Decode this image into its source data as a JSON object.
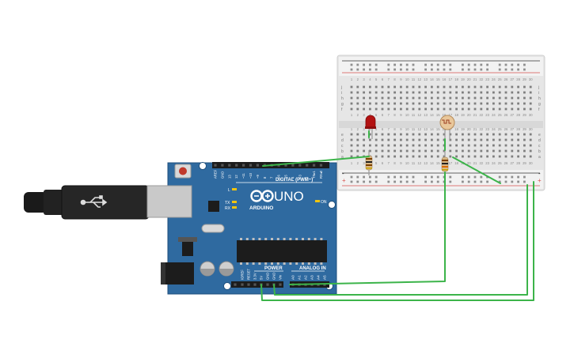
{
  "board": {
    "name": "UNO",
    "brand": "ARDUINO",
    "digital_label": "DIGITAL (PWM~)",
    "power_label": "POWER",
    "analog_label": "ANALOG IN",
    "led_l": "L",
    "led_tx": "TX",
    "led_rx": "RX",
    "led_on": "ON",
    "digital_pins": [
      "AREF",
      "GND",
      "13",
      "12",
      "~11",
      "~10",
      "~9",
      "8",
      "7",
      "~6",
      "~5",
      "4",
      "~3",
      "2",
      "TX▸1",
      "RX◂0"
    ],
    "power_pins": [
      "IOREF",
      "RESET",
      "3.3V",
      "5V",
      "GND",
      "GND",
      "Vin"
    ],
    "analog_pins": [
      "A0",
      "A1",
      "A2",
      "A3",
      "A4",
      "A5"
    ]
  },
  "breadboard": {
    "top_letters": [
      "j",
      "i",
      "h",
      "g",
      "f"
    ],
    "bottom_letters": [
      "e",
      "d",
      "c",
      "b",
      "a"
    ],
    "column_numbers": [
      "1",
      "2",
      "3",
      "4",
      "5",
      "6",
      "7",
      "8",
      "9",
      "10",
      "11",
      "12",
      "13",
      "14",
      "15",
      "16",
      "17",
      "18",
      "19",
      "20",
      "21",
      "22",
      "23",
      "24",
      "25",
      "26",
      "27",
      "28",
      "29",
      "30"
    ],
    "plus_sign": "+",
    "minus_sign": "-"
  },
  "colors": {
    "board": "#2f6aa0",
    "board_dark": "#1f4f7c",
    "breadboard": "#e8e8e8",
    "wire": "#3cb44a",
    "rail_red": "#d9534f",
    "rail_black": "#333333",
    "led_red": "#b31212"
  },
  "icons": {
    "usb_cable": "usb-cable-icon",
    "arduino_logo": "infinity-logo-icon"
  }
}
